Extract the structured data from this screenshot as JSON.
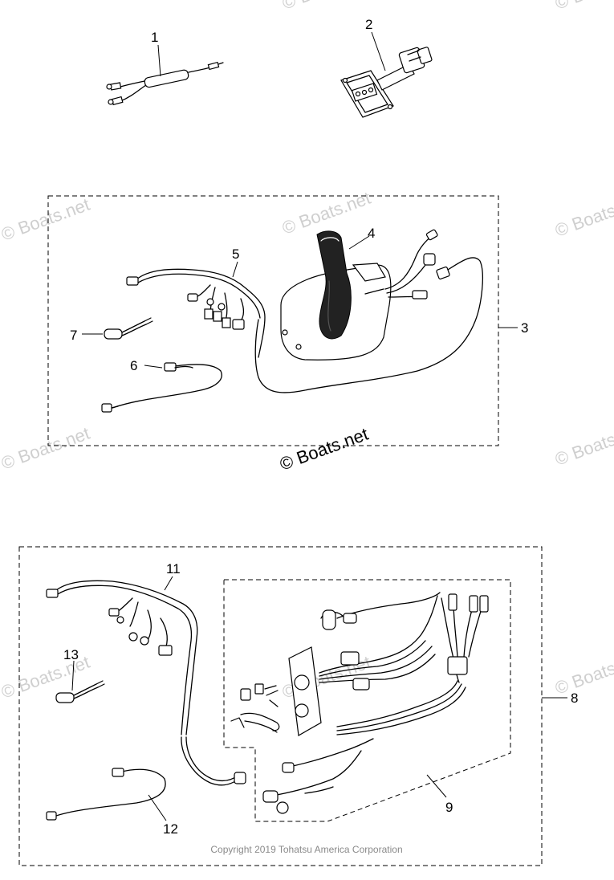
{
  "callouts": {
    "c1": "1",
    "c2": "2",
    "c3": "3",
    "c4": "4",
    "c5": "5",
    "c6": "6",
    "c7": "7",
    "c8": "8",
    "c9": "9",
    "c10": "11",
    "c11": "12",
    "c12": "13"
  },
  "watermark": {
    "main": "© Boats.net",
    "repeat": "© Boats.net"
  },
  "footer": {
    "copyright": "Copyright 2019 Tohatsu America Corporation"
  },
  "colors": {
    "line": "#000000",
    "watermark": "#cfcfcf",
    "copyright": "#8a8a8a",
    "background": "#ffffff"
  }
}
